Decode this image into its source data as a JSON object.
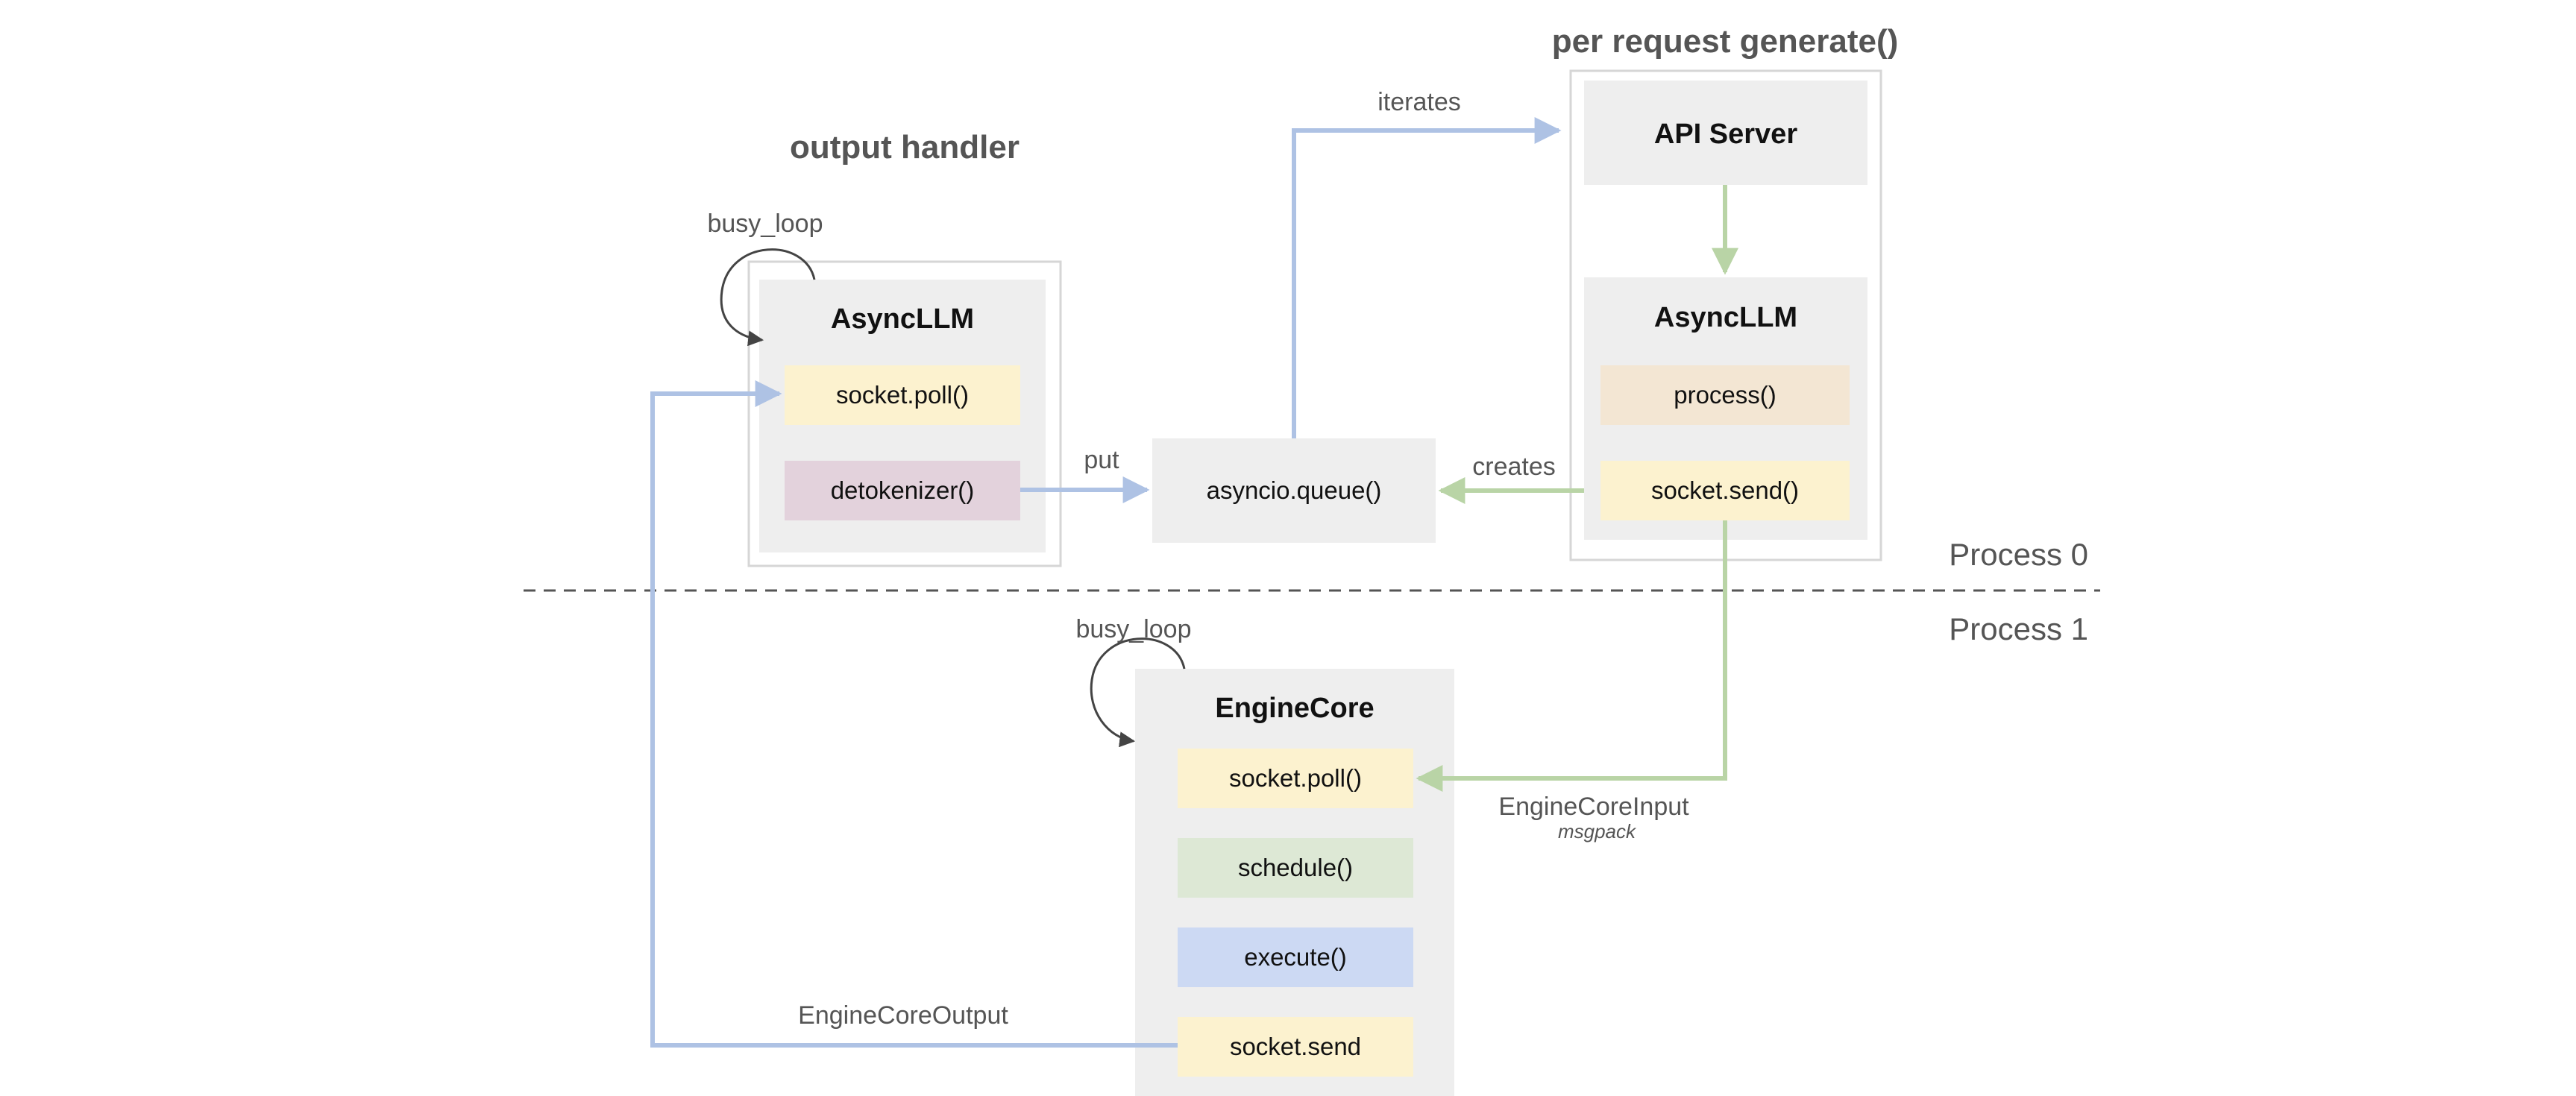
{
  "titles": {
    "output_handler": "output handler",
    "per_request": "per request generate()"
  },
  "process_labels": {
    "p0": "Process 0",
    "p1": "Process 1"
  },
  "loops": {
    "top": "busy_loop",
    "bottom": "busy_loop"
  },
  "edges": {
    "iterates": "iterates",
    "put": "put",
    "creates": "creates",
    "engine_core_input": "EngineCoreInput",
    "engine_core_input_sub": "msgpack",
    "engine_core_output": "EngineCoreOutput"
  },
  "boxes": {
    "async_llm_left": {
      "title": "AsyncLLM",
      "poll": "socket.poll()",
      "detok": "detokenizer()"
    },
    "api_server": {
      "title": "API Server"
    },
    "async_llm_right": {
      "title": "AsyncLLM",
      "process": "process()",
      "send": "socket.send()"
    },
    "queue": {
      "label": "asyncio.queue()"
    },
    "engine_core": {
      "title": "EngineCore",
      "poll": "socket.poll()",
      "schedule": "schedule()",
      "execute": "execute()",
      "send": "socket.send"
    }
  },
  "colors": {
    "blue_arrow": "#aec2e4",
    "green_arrow": "#b9d4a6",
    "loop_arrow": "#444444",
    "box_bg": "#eeeeee",
    "outline": "#d6d6d6",
    "yellow_chip": "#fcf2cf",
    "pink_chip": "#e3d2dc",
    "beige_chip": "#f3e6d3",
    "green_chip": "#dde8d5",
    "blue_chip": "#ccd9f3"
  }
}
